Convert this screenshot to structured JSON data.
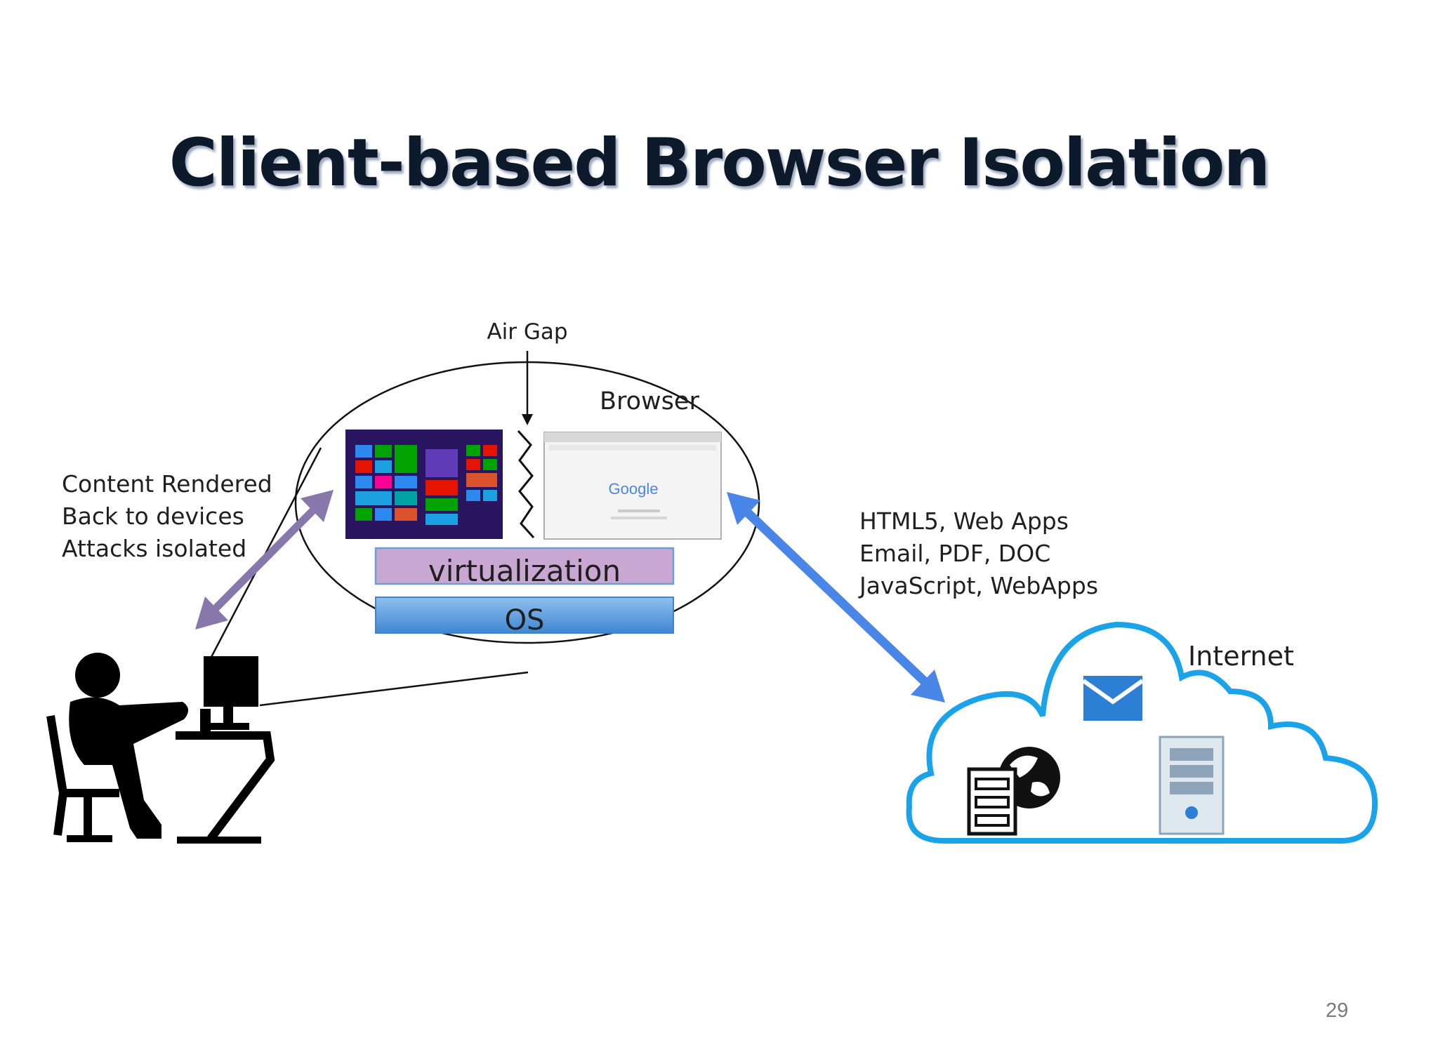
{
  "slide": {
    "title": "Client-based Browser Isolation",
    "page_number": "29"
  },
  "labels": {
    "air_gap": "Air Gap",
    "browser": "Browser",
    "virtualization": "virtualization",
    "os": "OS",
    "internet": "Internet"
  },
  "left_notes": [
    "Content Rendered",
    "Back to devices",
    "Attacks isolated"
  ],
  "right_notes": [
    "HTML5, Web Apps",
    "Email, PDF, DOC",
    "JavaScript, WebApps"
  ],
  "browser_logo": "Google",
  "colors": {
    "title": "#0d1a2c",
    "virtualization_bar": "#c8a8d2",
    "os_bar": "#5b9bd5",
    "left_arrow": "#8877aa",
    "right_arrow": "#4a86e8",
    "cloud": "#1aa3e8"
  },
  "icons": [
    "user-at-desk-icon",
    "windows-desktop-screenshot",
    "browser-screenshot",
    "email-envelope-icon",
    "globe-server-icon",
    "server-tower-icon",
    "cloud-icon"
  ]
}
